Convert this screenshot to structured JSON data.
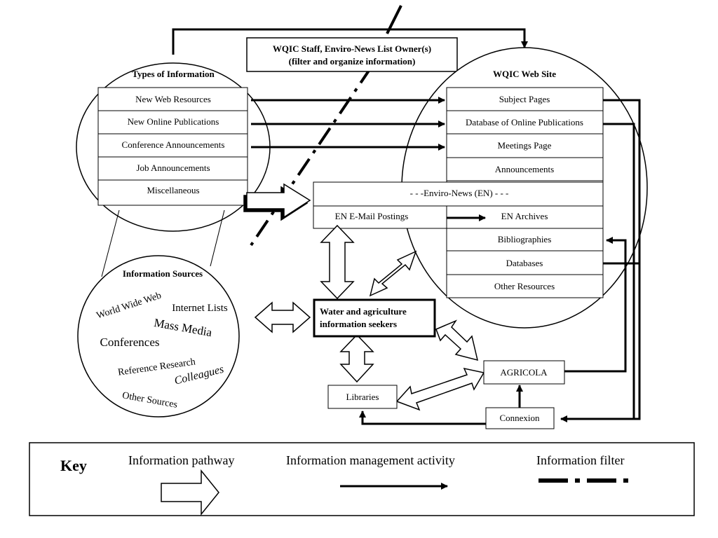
{
  "staff_box": {
    "line1": "WQIC Staff, Enviro-News List Owner(s)",
    "line2": "(filter and organize information)"
  },
  "types_of_information": {
    "title": "Types of Information",
    "items": [
      "New Web Resources",
      "New Online Publications",
      "Conference Announcements",
      "Job Announcements",
      "Miscellaneous"
    ]
  },
  "wqic_web_site": {
    "title": "WQIC Web Site",
    "items": [
      "Subject Pages",
      "Database of Online Publications",
      "Meetings Page",
      "Announcements",
      "Bibliographies",
      "Databases",
      "Other Resources"
    ]
  },
  "enviro_news": {
    "title": "- - -Enviro-News (EN) - - -",
    "postings": "EN E-Mail Postings",
    "archives": "EN Archives"
  },
  "information_sources": {
    "title": "Information Sources",
    "items": [
      "World Wide Web",
      "Internet Lists",
      "Mass Media",
      "Conferences",
      "Reference Research",
      "Colleagues",
      "Other Sources"
    ]
  },
  "seekers": {
    "line1": "Water and agriculture",
    "line2": "information seekers"
  },
  "agricola": "AGRICOLA",
  "libraries": "Libraries",
  "connexion": "Connexion",
  "key": {
    "title": "Key",
    "pathway": "Information pathway",
    "activity": "Information management activity",
    "filter": "Information filter"
  }
}
